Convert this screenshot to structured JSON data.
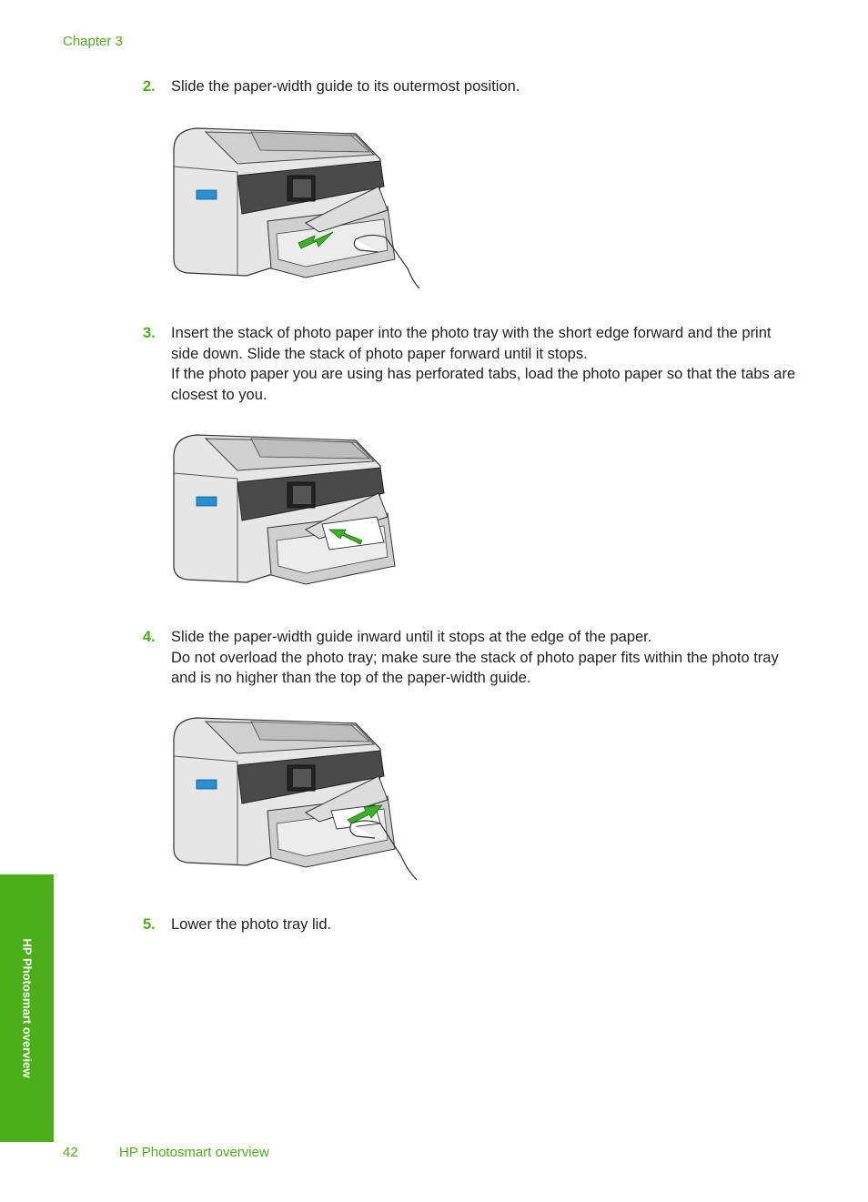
{
  "header": {
    "chapter": "Chapter 3"
  },
  "steps": [
    {
      "number": "2.",
      "lines": [
        "Slide the paper-width guide to its outermost position."
      ]
    },
    {
      "number": "3.",
      "lines": [
        "Insert the stack of photo paper into the photo tray with the short edge forward and the print side down. Slide the stack of photo paper forward until it stops.",
        "If the photo paper you are using has perforated tabs, load the photo paper so that the tabs are closest to you."
      ]
    },
    {
      "number": "4.",
      "lines": [
        "Slide the paper-width guide inward until it stops at the edge of the paper.",
        "Do not overload the photo tray; make sure the stack of photo paper fits within the photo tray and is no higher than the top of the paper-width guide."
      ]
    },
    {
      "number": "5.",
      "lines": [
        "Lower the photo tray lid."
      ]
    }
  ],
  "colors": {
    "accent": "#4caf1a",
    "arrow": "#3fae29",
    "text": "#231f20"
  },
  "side_tab": {
    "label": "HP Photosmart overview"
  },
  "footer": {
    "page_number": "42",
    "title": "HP Photosmart overview"
  }
}
